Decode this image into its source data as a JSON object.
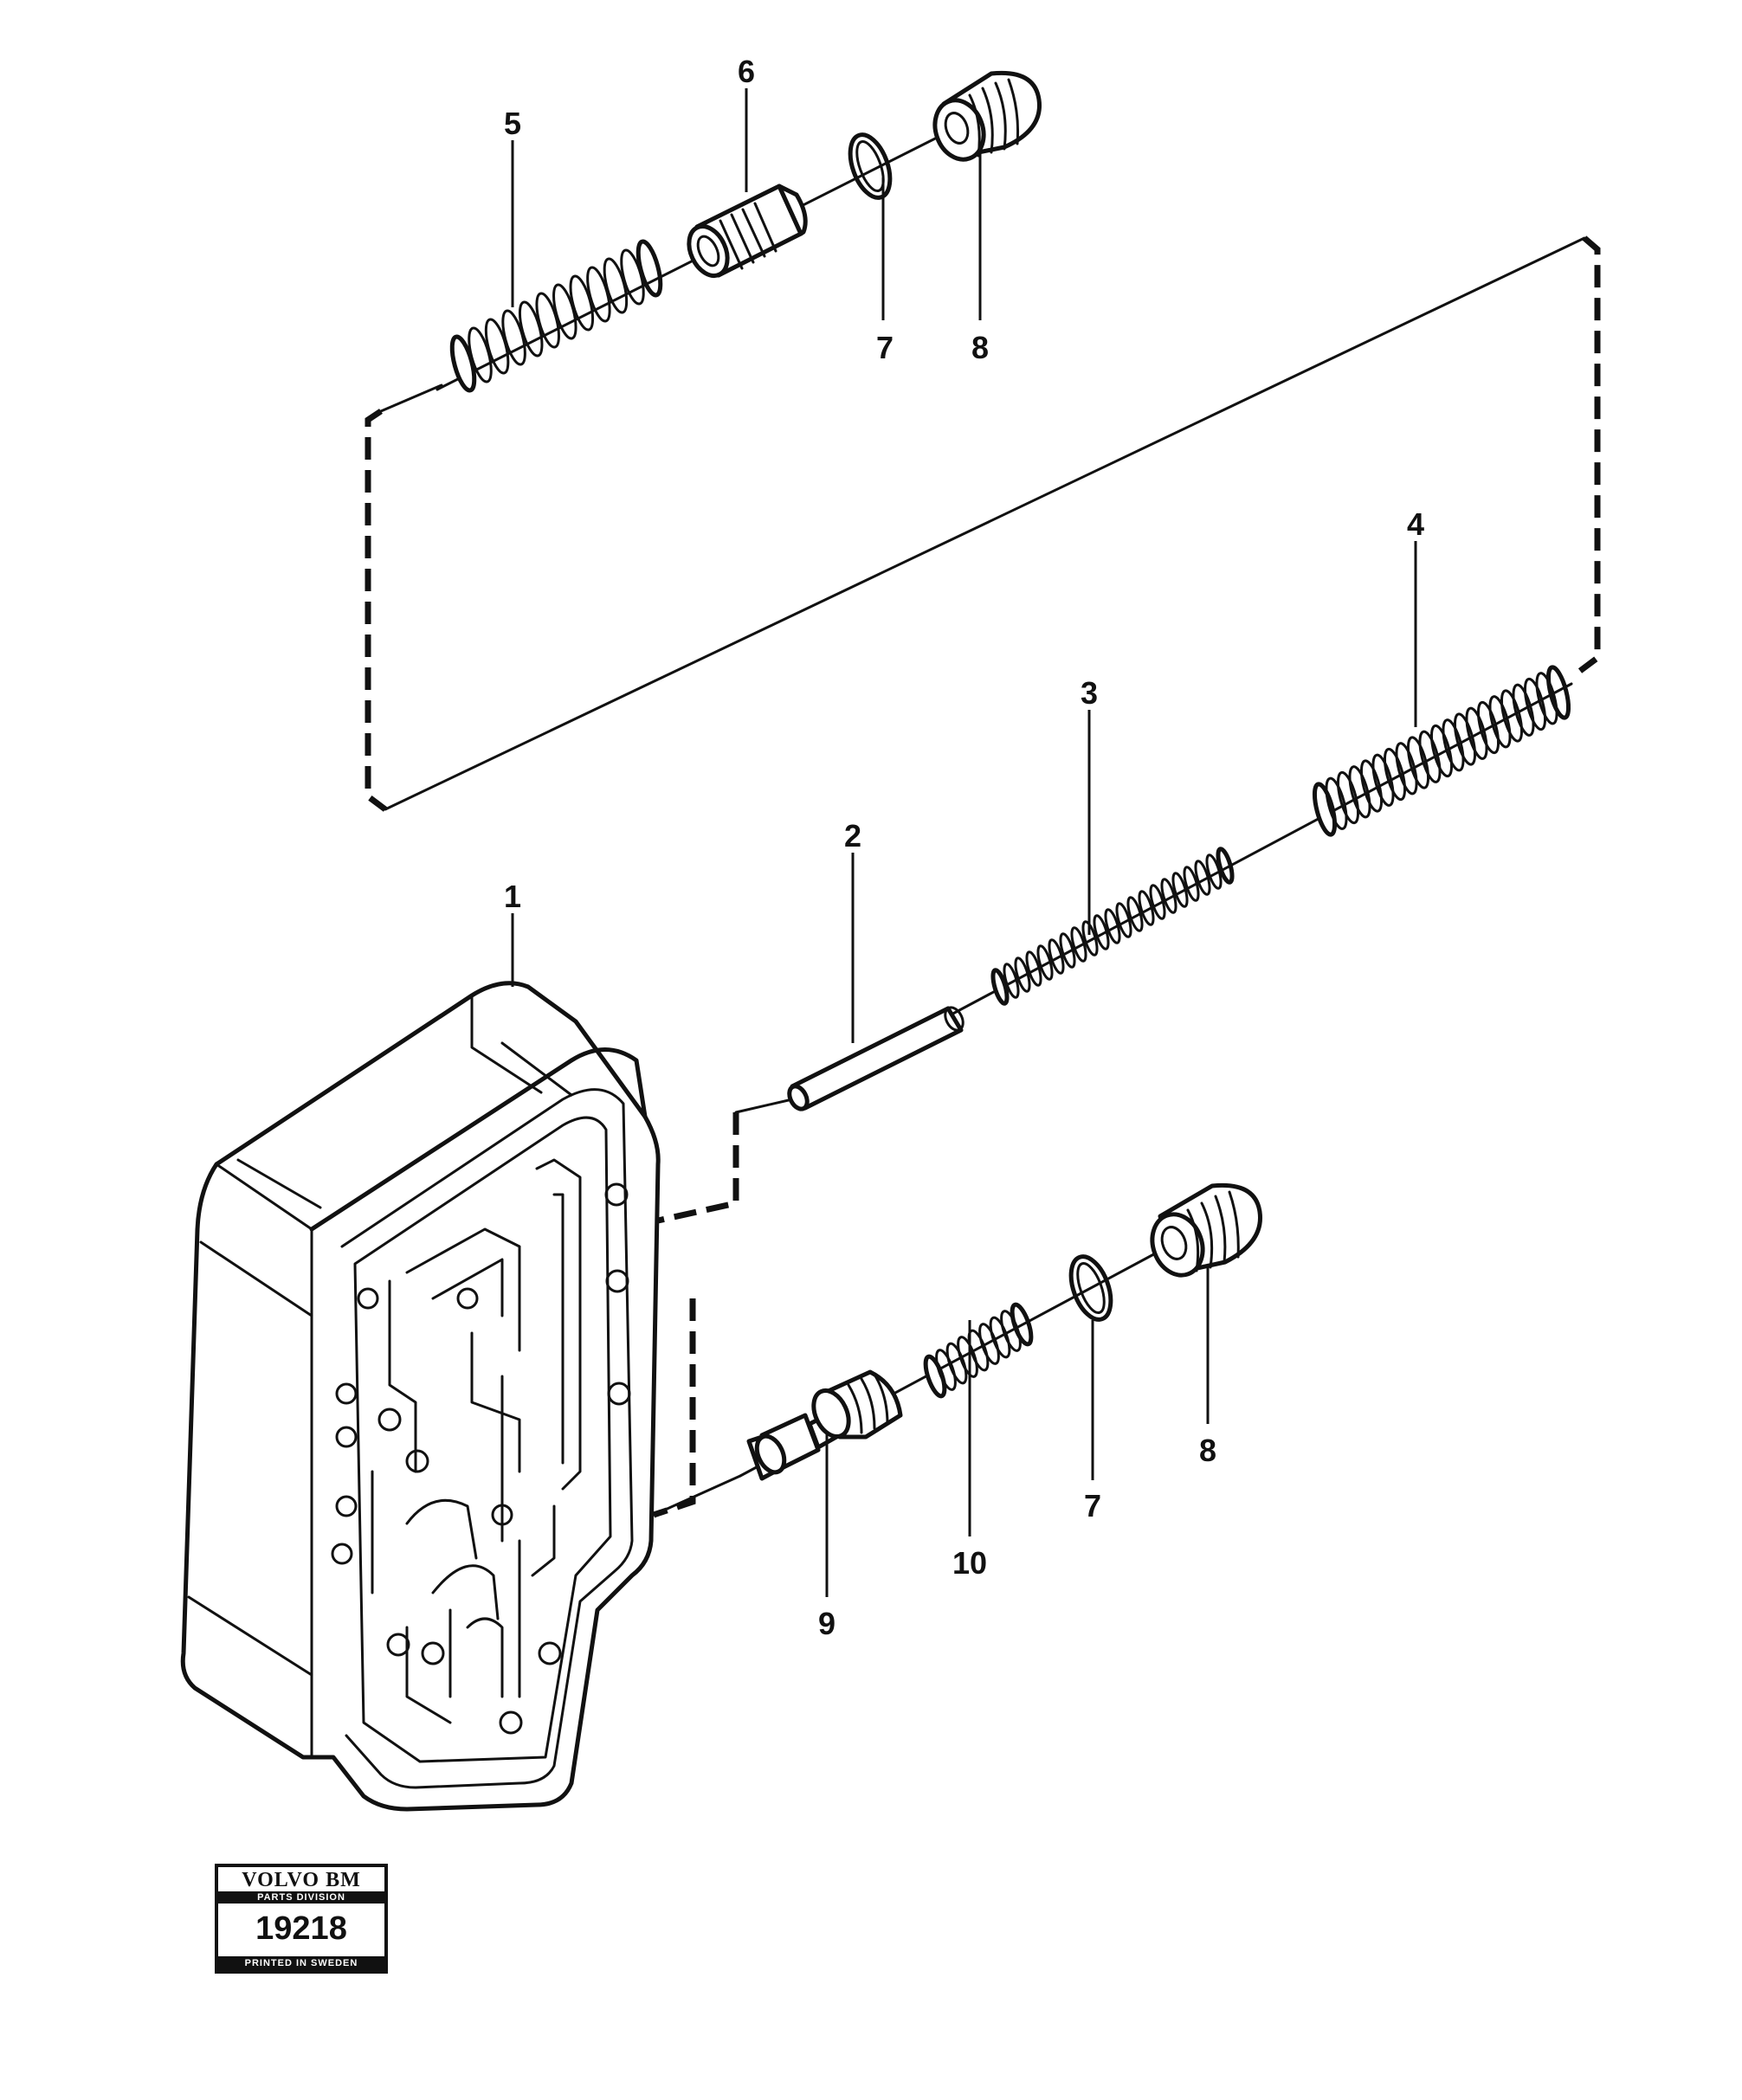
{
  "callouts": {
    "c1": "1",
    "c2": "2",
    "c3": "3",
    "c4": "4",
    "c5": "5",
    "c6": "6",
    "c7a": "7",
    "c8a": "8",
    "c7b": "7",
    "c8b": "8",
    "c9": "9",
    "c10": "10"
  },
  "stamp": {
    "brand": "VOLVO BM",
    "division": "PARTS DIVISION",
    "number": "19218",
    "printed": "PRINTED IN SWEDEN"
  }
}
